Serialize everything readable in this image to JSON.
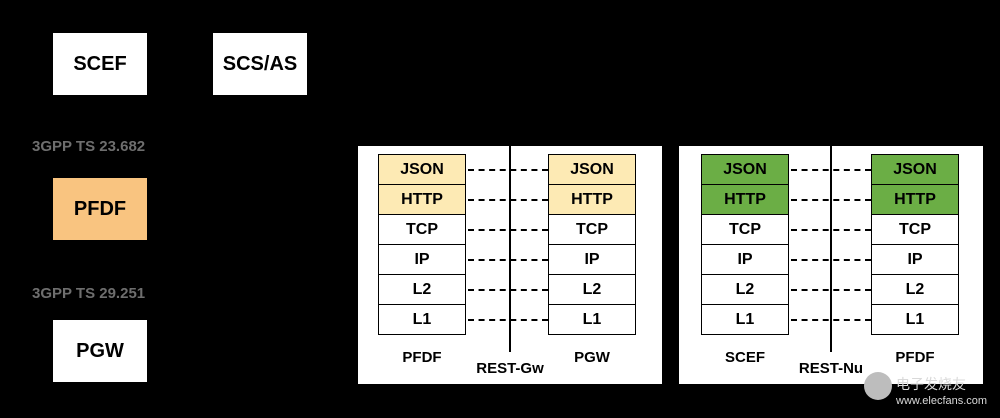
{
  "entities": {
    "scef": "SCEF",
    "scs_as": "SCS/AS",
    "pfdf": "PFDF",
    "pgw": "PGW"
  },
  "specs": {
    "ts_23_682": "3GPP TS 23.682",
    "ts_29_251": "3GPP TS 29.251"
  },
  "colors": {
    "pfdf_box": "#F9C480",
    "rest_gw_app": "#FDEAB4",
    "rest_nu_app": "#6BAE45"
  },
  "rest_gw": {
    "interface": "REST-Gw",
    "left_node": "PFDF",
    "right_node": "PGW",
    "layers": [
      "JSON",
      "HTTP",
      "TCP",
      "IP",
      "L2",
      "L1"
    ]
  },
  "rest_nu": {
    "interface": "REST-Nu",
    "left_node": "SCEF",
    "right_node": "PFDF",
    "layers": [
      "JSON",
      "HTTP",
      "TCP",
      "IP",
      "L2",
      "L1"
    ]
  },
  "watermark": {
    "brand": "电子发烧友",
    "url": "www.elecfans.com"
  }
}
